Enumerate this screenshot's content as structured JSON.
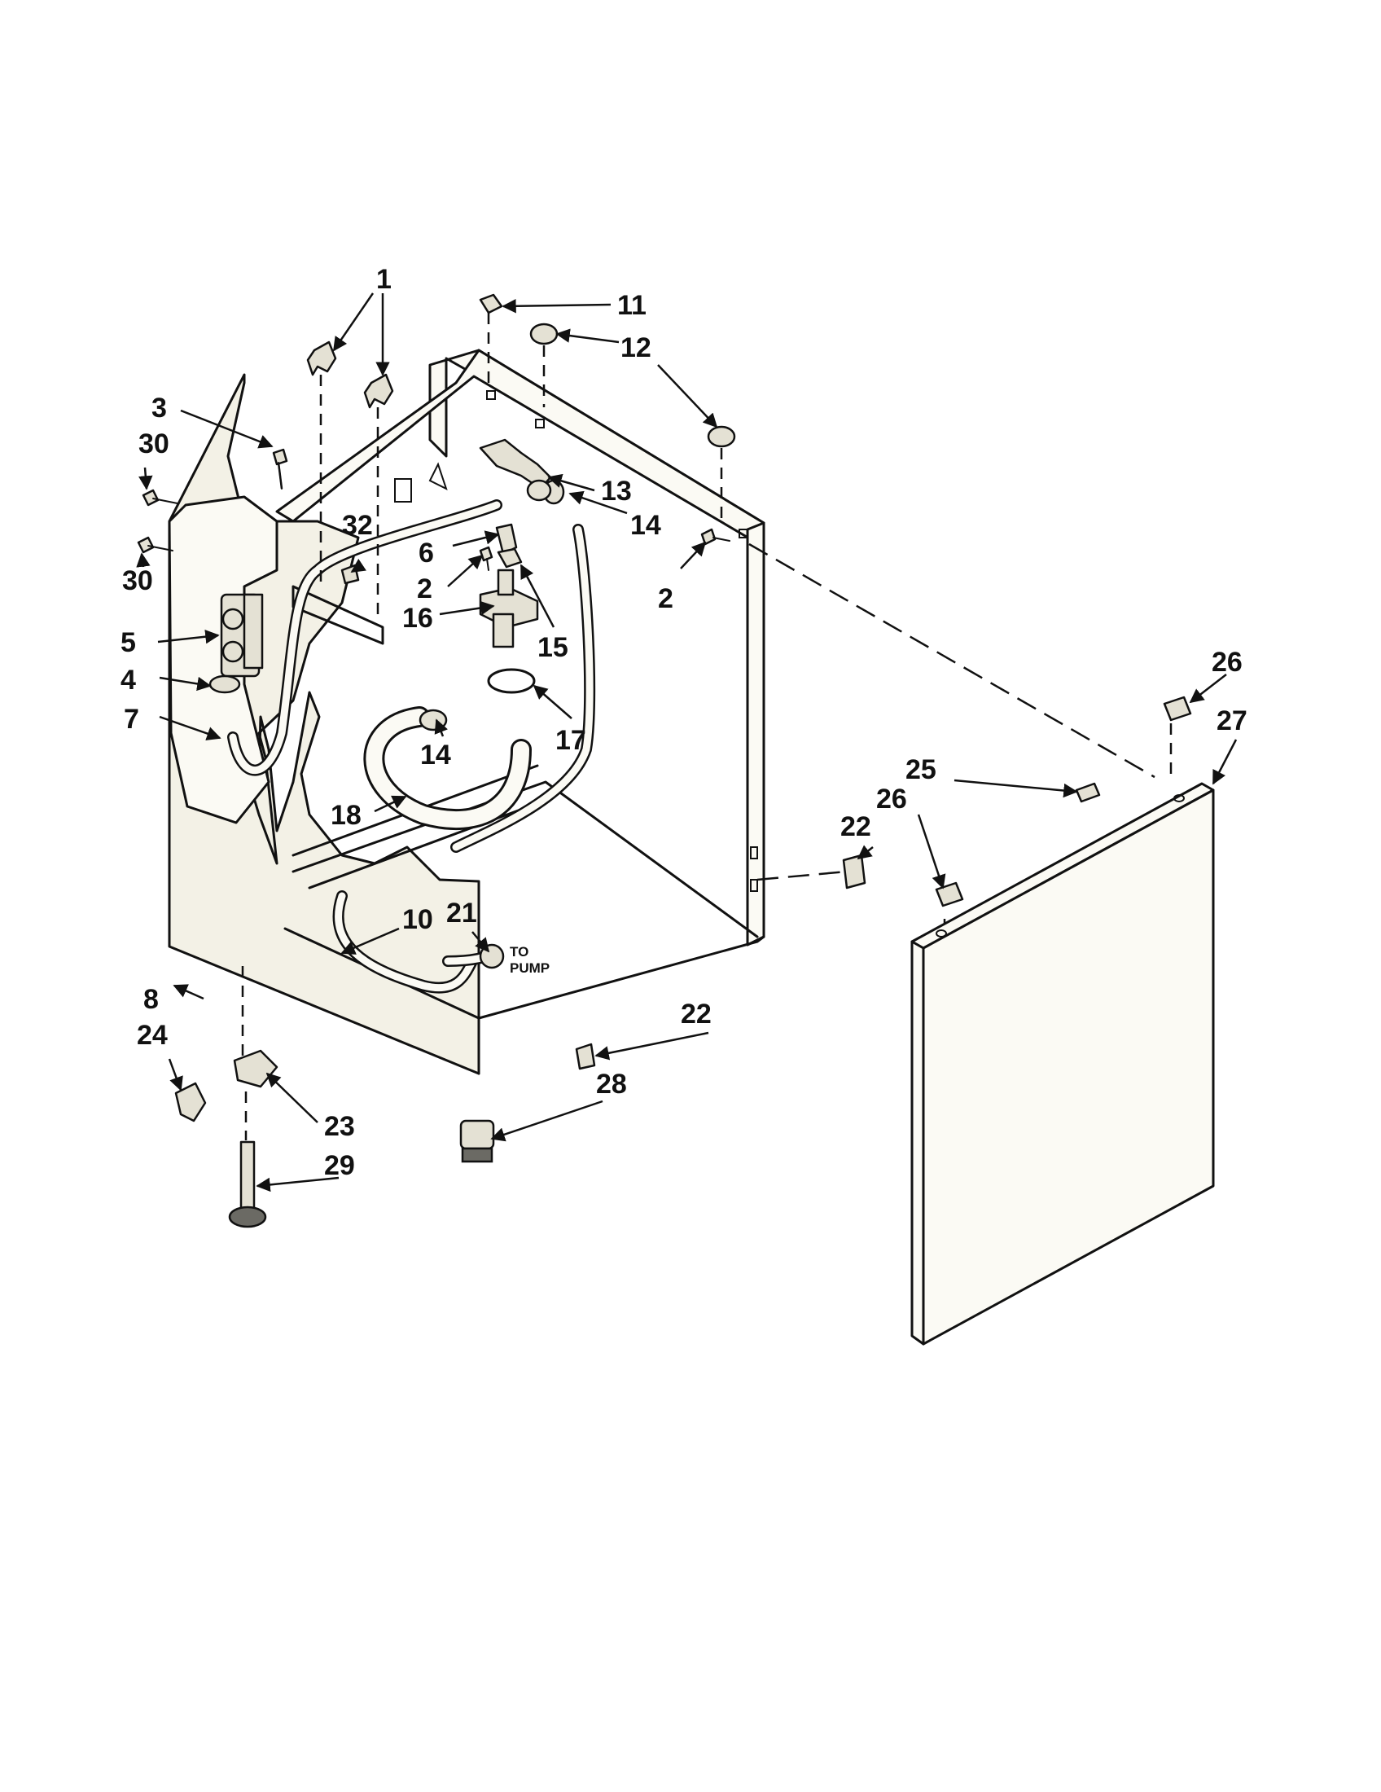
{
  "callouts": {
    "c1": "1",
    "c2a": "2",
    "c2b": "2",
    "c3": "3",
    "c4": "4",
    "c5": "5",
    "c6": "6",
    "c7": "7",
    "c8": "8",
    "c10": "10",
    "c11": "11",
    "c12": "12",
    "c13": "13",
    "c14a": "14",
    "c14b": "14",
    "c15": "15",
    "c16": "16",
    "c17": "17",
    "c18": "18",
    "c21": "21",
    "c22a": "22",
    "c22b": "22",
    "c23": "23",
    "c24": "24",
    "c25": "25",
    "c26a": "26",
    "c26b": "26",
    "c27": "27",
    "c28": "28",
    "c29": "29",
    "c30a": "30",
    "c30b": "30",
    "c32": "32"
  },
  "notes": {
    "to_line1": "TO",
    "to_line2": "PUMP"
  }
}
